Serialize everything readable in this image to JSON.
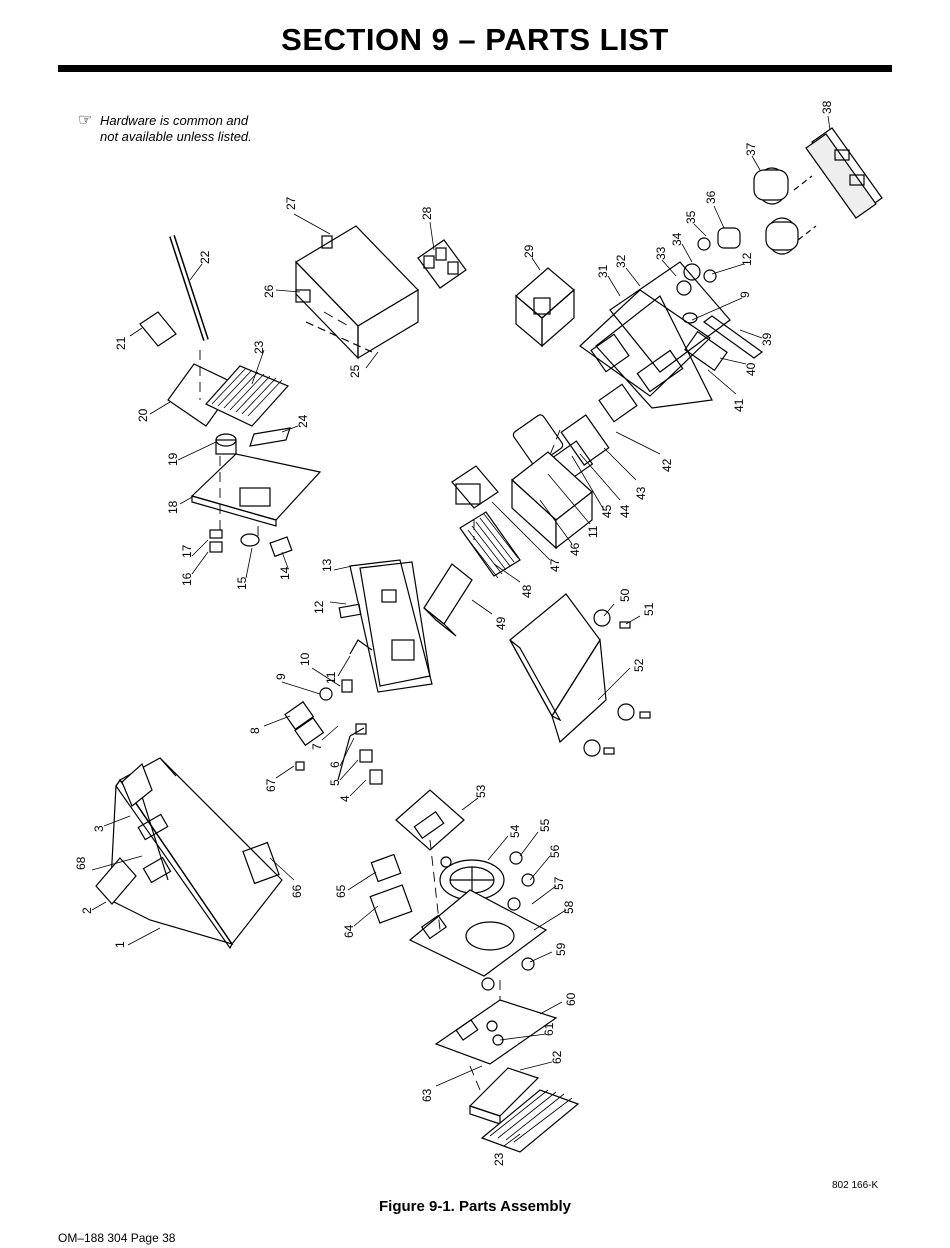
{
  "page": {
    "title": "SECTION 9 – PARTS LIST",
    "note_icon": "pointing-hand-icon",
    "note_line1": "Hardware is common and",
    "note_line2": "not available unless listed.",
    "drawing_code": "802 166-K",
    "caption": "Figure 9-1. Parts Assembly",
    "footer": "OM–188 304 Page 38"
  },
  "callouts": [
    "1",
    "2",
    "3",
    "4",
    "5",
    "6",
    "7",
    "8",
    "9",
    "10",
    "11",
    "12",
    "13",
    "14",
    "15",
    "16",
    "17",
    "18",
    "19",
    "20",
    "21",
    "22",
    "23",
    "24",
    "25",
    "26",
    "27",
    "28",
    "29",
    "31",
    "32",
    "33",
    "34",
    "35",
    "36",
    "37",
    "38",
    "12",
    "9",
    "39",
    "40",
    "41",
    "42",
    "43",
    "44",
    "45",
    "11",
    "46",
    "47",
    "48",
    "49",
    "50",
    "51",
    "52",
    "53",
    "54",
    "55",
    "56",
    "57",
    "58",
    "59",
    "60",
    "61",
    "62",
    "63",
    "23",
    "64",
    "65",
    "66",
    "67",
    "68"
  ]
}
